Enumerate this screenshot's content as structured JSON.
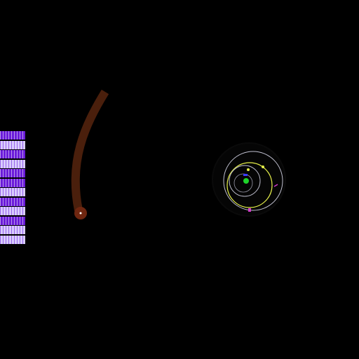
{
  "colors": {
    "background": "#000000",
    "arc_trail": "#4a1f0c",
    "arc_head": "#6e2610",
    "block_purple": "#6a1bd9",
    "block_light": "#d9ccff",
    "orbit_outer": "#bfbfcf",
    "orbit_yellow": "#e6f04a",
    "orbit_inner": "#b8b8c8",
    "planet": "#1ed42a",
    "ship_magenta": "#d43acb",
    "ship_blue": "#3b3bff",
    "dark_halo": "#0b0b0b"
  },
  "icons": {
    "planet": "green-planet-icon",
    "ship": "ship-icon",
    "satellite": "satellite-icon",
    "comet": "comet-icon"
  },
  "block_pattern": [
    "purple",
    "light",
    "purple",
    "light",
    "purple",
    "purple",
    "light",
    "purple",
    "light",
    "purple",
    "light",
    "light"
  ]
}
